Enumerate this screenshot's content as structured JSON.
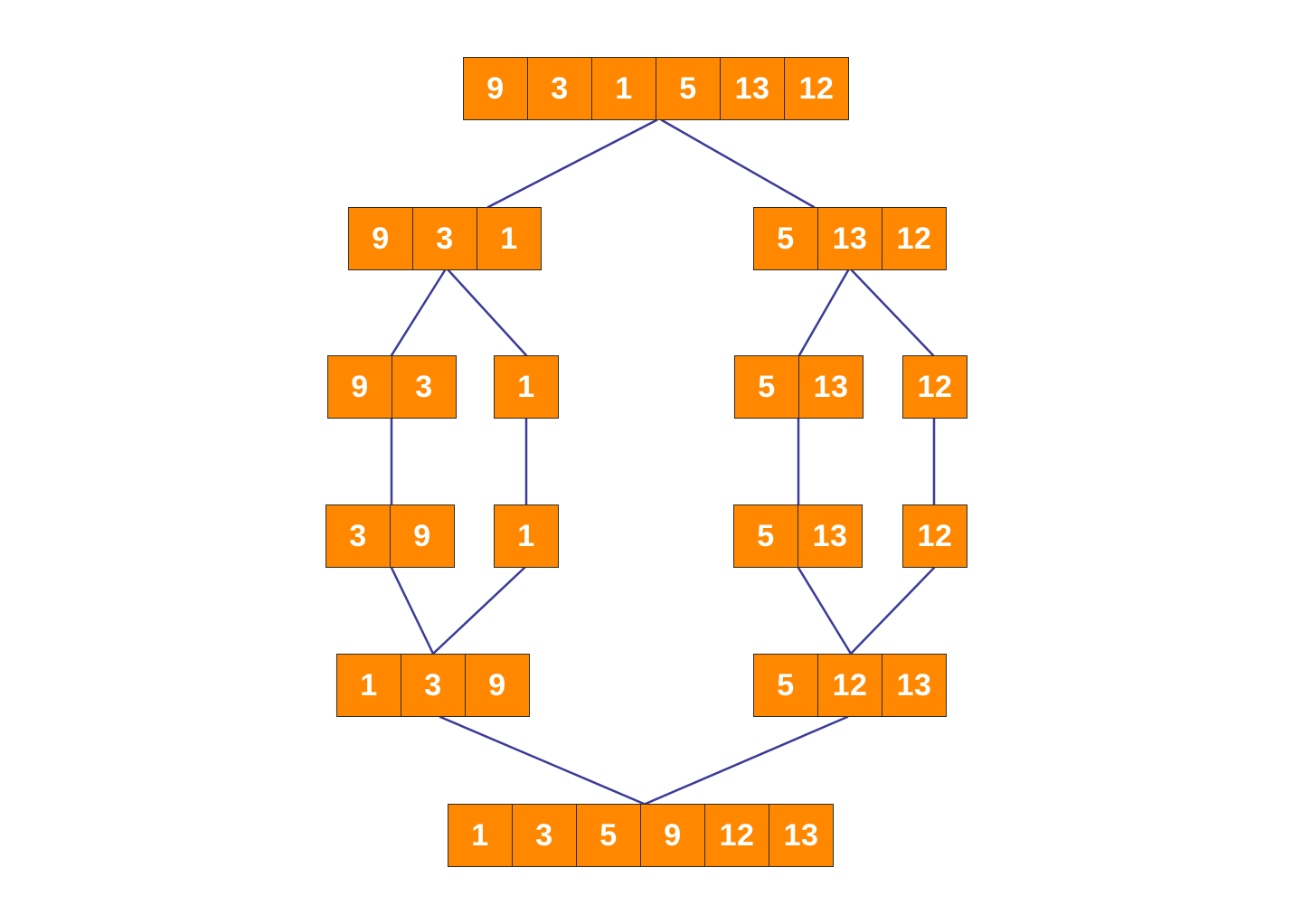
{
  "colors": {
    "cell_fill": "#ff8800",
    "cell_text": "#ffffff",
    "cell_border": "#2b2b2b",
    "connector": "#3b3b9a"
  },
  "nodes": [
    {
      "id": "root",
      "values": [
        "9",
        "3",
        "1",
        "5",
        "13",
        "12"
      ]
    },
    {
      "id": "left",
      "values": [
        "9",
        "3",
        "1"
      ]
    },
    {
      "id": "right",
      "values": [
        "5",
        "13",
        "12"
      ]
    },
    {
      "id": "ll",
      "values": [
        "9",
        "3"
      ]
    },
    {
      "id": "lr",
      "values": [
        "1"
      ]
    },
    {
      "id": "rl",
      "values": [
        "5",
        "13"
      ]
    },
    {
      "id": "rr",
      "values": [
        "12"
      ]
    },
    {
      "id": "ll-sorted",
      "values": [
        "3",
        "9"
      ]
    },
    {
      "id": "lr-sorted",
      "values": [
        "1"
      ]
    },
    {
      "id": "rl-sorted",
      "values": [
        "5",
        "13"
      ]
    },
    {
      "id": "rr-sorted",
      "values": [
        "12"
      ]
    },
    {
      "id": "left-merged",
      "values": [
        "1",
        "3",
        "9"
      ]
    },
    {
      "id": "right-merged",
      "values": [
        "5",
        "12",
        "13"
      ]
    },
    {
      "id": "final",
      "values": [
        "1",
        "3",
        "5",
        "9",
        "12",
        "13"
      ]
    }
  ],
  "edges": [
    [
      "root",
      "left"
    ],
    [
      "root",
      "right"
    ],
    [
      "left",
      "ll"
    ],
    [
      "left",
      "lr"
    ],
    [
      "right",
      "rl"
    ],
    [
      "right",
      "rr"
    ],
    [
      "ll",
      "ll-sorted"
    ],
    [
      "lr",
      "lr-sorted"
    ],
    [
      "rl",
      "rl-sorted"
    ],
    [
      "rr",
      "rr-sorted"
    ],
    [
      "ll-sorted",
      "left-merged"
    ],
    [
      "lr-sorted",
      "left-merged"
    ],
    [
      "rl-sorted",
      "right-merged"
    ],
    [
      "rr-sorted",
      "right-merged"
    ],
    [
      "left-merged",
      "final"
    ],
    [
      "right-merged",
      "final"
    ]
  ]
}
